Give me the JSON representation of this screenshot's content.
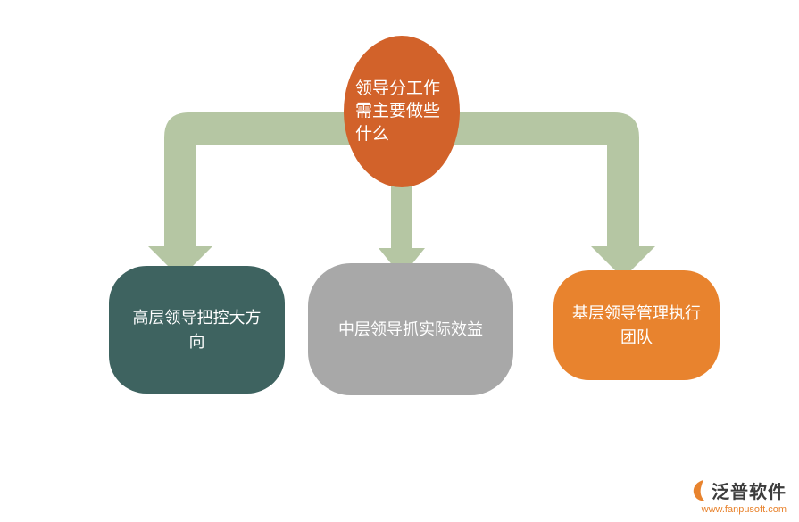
{
  "diagram": {
    "root_node": {
      "label": "领导分工作\n需主要做些\n什么",
      "color": "#d2622a"
    },
    "branches": [
      {
        "label": "高层领导把控大方\n向",
        "color": "#3e6360"
      },
      {
        "label": "中层领导抓实际效益",
        "color": "#a8a8a8"
      },
      {
        "label": "基层领导管理执行\n团队",
        "color": "#e8832e"
      }
    ],
    "arrow_color": "#b5c6a3"
  },
  "footer": {
    "brand": "泛普软件",
    "url": "www.fanpusoft.com"
  }
}
